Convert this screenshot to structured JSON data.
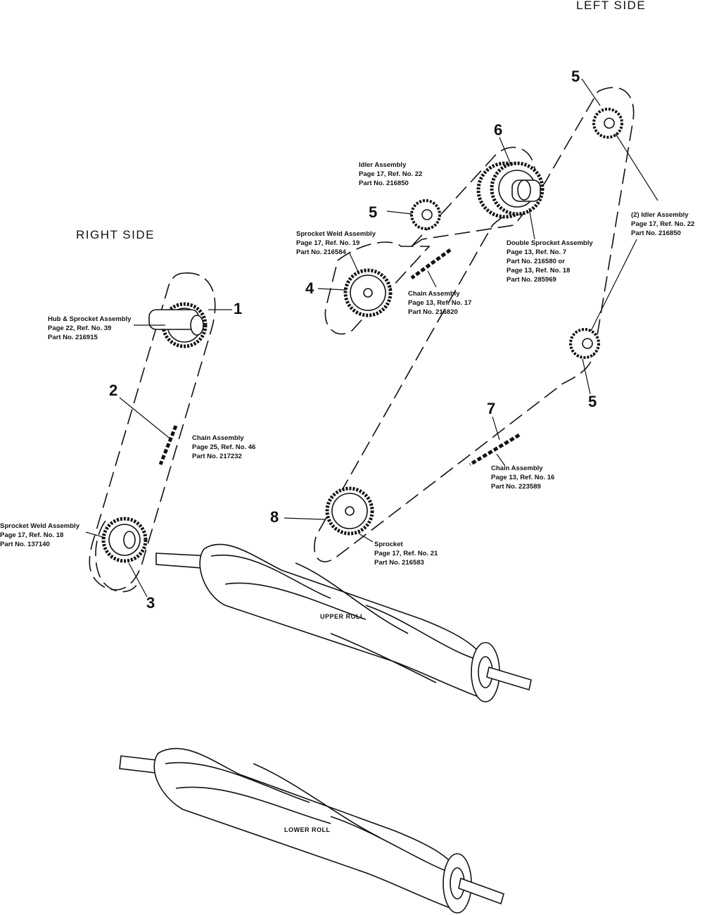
{
  "sides": {
    "left": "LEFT SIDE",
    "right": "RIGHT SIDE"
  },
  "callouts": [
    {
      "num": "1",
      "lines": [
        "Hub & Sprocket Assembly",
        "Page 22, Ref. No. 39",
        "Part No. 216915"
      ]
    },
    {
      "num": "2",
      "lines": [
        "Chain Assembly",
        "Page 25, Ref. No. 46",
        "Part No. 217232"
      ]
    },
    {
      "num": "3",
      "lines": [
        "Sprocket Weld Assembly",
        "Page 17, Ref. No. 18",
        "Part No. 137140"
      ]
    },
    {
      "num": "4",
      "lines": [
        "Sprocket Weld Assembly",
        "Page 17, Ref. No. 19",
        "Part No. 216584"
      ]
    },
    {
      "num": "5",
      "lines": [
        "Idler Assembly",
        "Page 17, Ref. No. 22",
        "Part No. 216850"
      ]
    },
    {
      "num": "6",
      "lines": [
        "Double Sprocket Assembly",
        "Page 13, Ref. No. 7",
        "Part No. 216580 or",
        "Page 13, Ref. No. 18",
        "Part No. 285969"
      ]
    },
    {
      "num": "7",
      "lines": [
        "Chain Assembly",
        "Page 13, Ref. No. 16",
        "Part No. 223589"
      ]
    },
    {
      "num": "8",
      "lines": [
        "Sprocket",
        "Page 17, Ref. No. 21",
        "Part No. 216583"
      ]
    }
  ],
  "chain_center": {
    "lines": [
      "Chain Assembly",
      "Page 13, Ref. No. 17",
      "Part No. 216820"
    ]
  },
  "idler_right": {
    "lines": [
      "(2) Idler Assembly",
      "Page 17, Ref. No. 22",
      "Part No. 216850"
    ]
  },
  "extra_fives": [
    "5",
    "5"
  ],
  "rolls": {
    "upper": "UPPER ROLL",
    "lower": "LOWER ROLL"
  }
}
